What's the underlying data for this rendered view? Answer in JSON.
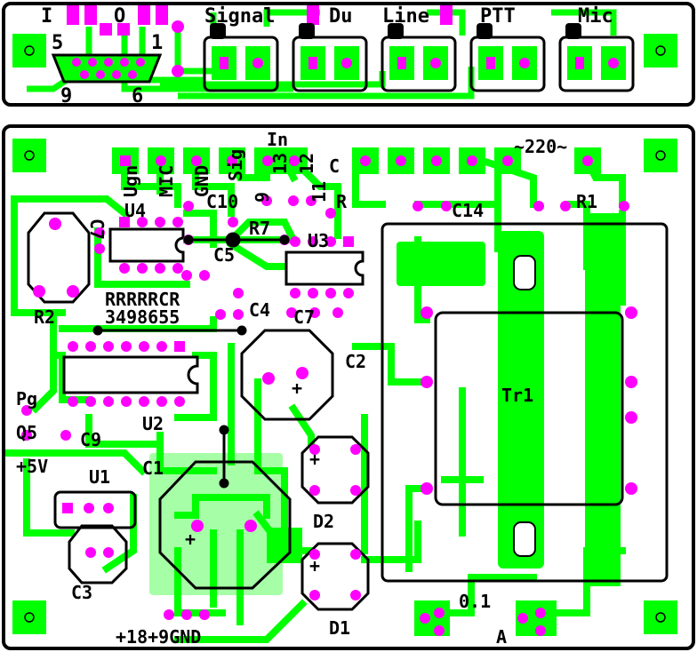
{
  "colors": {
    "background": "#ffffff",
    "copper": "#00ff00",
    "pad": "#ff00ff",
    "outline": "#000000",
    "text": "#000000",
    "mirror_text": "#00ff00"
  },
  "top_strip": {
    "labels": {
      "i": "I",
      "o": "O",
      "signal": "Signal",
      "du": "Du",
      "line": "Line",
      "ptt": "PTT",
      "mic": "Mic",
      "pin5": "5",
      "pin1": "1",
      "pin9": "9",
      "pin6": "6"
    }
  },
  "main_board": {
    "labels": {
      "ugn": "Ugn",
      "mic": "MIC",
      "gnd_v": "GND",
      "sig": "Sig",
      "in": "In",
      "n13": "13",
      "n12": "12",
      "c": "C",
      "n9": "9",
      "n11": "11",
      "r_right": "R",
      "u4": "U4",
      "c10": "C10",
      "c7_rot": "C7",
      "r7": "R7",
      "u3": "U3",
      "c5": "C5",
      "r2": "R2",
      "rrrrrcr": "RRRRRCR",
      "rnums": "3498655",
      "c4": "C4",
      "c7": "C7",
      "c14": "C14",
      "r1": "R1",
      "v220": "~220~",
      "c2": "C2",
      "tr1": "Tr1",
      "pg": "Pg",
      "q5": "Q5",
      "c9": "C9",
      "u2": "U2",
      "plus5v": "+5V",
      "u1": "U1",
      "c1": "C1",
      "d2": "D2",
      "d1": "D1",
      "c3": "C3",
      "plus18": "+18+9GND",
      "val01": "0.1",
      "a": "A"
    }
  }
}
